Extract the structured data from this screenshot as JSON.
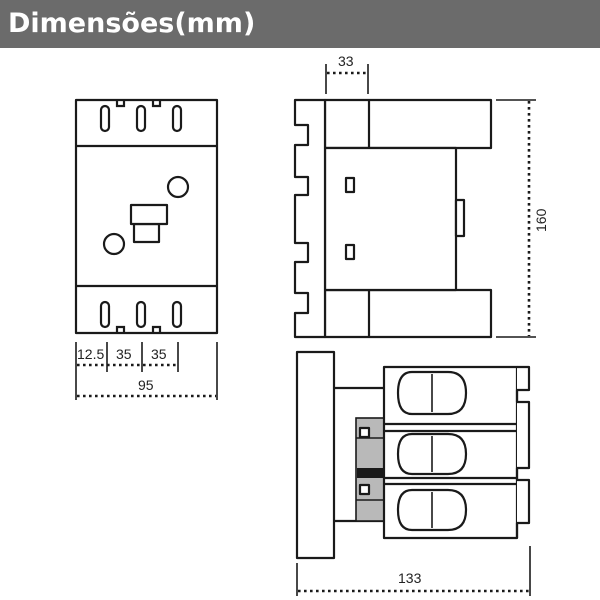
{
  "title": "Dimensões(mm)",
  "dimensions": {
    "top_width": "33",
    "height": "160",
    "pitch_first": "12.5",
    "pitch_second": "35",
    "pitch_third": "35",
    "total_width": "95",
    "depth": "133"
  },
  "colors": {
    "title_bar": "#6b6b6b",
    "title_text": "#ffffff",
    "line": "#1a1a1a",
    "accent_grey": "#b9b9b9"
  }
}
